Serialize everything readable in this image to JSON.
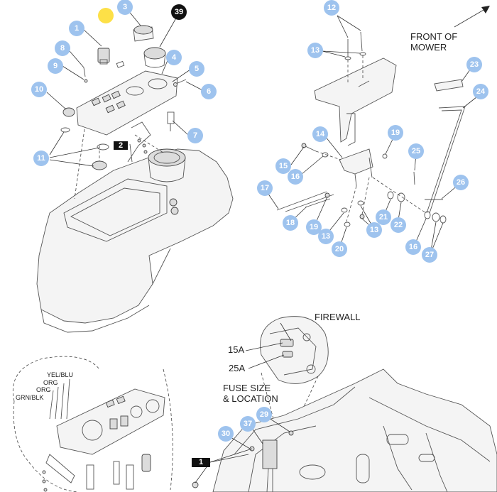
{
  "labels": {
    "front_of_mower": [
      "FRONT OF",
      "MOWER"
    ],
    "firewall": "FIREWALL",
    "fuse_15a": "15A",
    "fuse_25a": "25A",
    "fuse_size_location": [
      "FUSE SIZE",
      "& LOCATION"
    ],
    "wire_yel_blu": "YEL/BLU",
    "wire_org_1": "ORG",
    "wire_org_2": "ORG",
    "wire_grn_blk": "GRN/BLK"
  },
  "callouts": {
    "c1": "1",
    "c3": "3",
    "c4": "4",
    "c5": "5",
    "c6": "6",
    "c7": "7",
    "c8": "8",
    "c9": "9",
    "c10": "10",
    "c11": "11",
    "c39": "39",
    "c12": "12",
    "c13a": "13",
    "c13b": "13",
    "c13c": "13",
    "c14": "14",
    "c15": "15",
    "c16a": "16",
    "c16b": "16",
    "c17": "17",
    "c18": "18",
    "c19a": "19",
    "c19b": "19",
    "c20": "20",
    "c21": "21",
    "c22": "22",
    "c23": "23",
    "c24": "24",
    "c25": "25",
    "c26": "26",
    "c27": "27",
    "c29": "29",
    "c30": "30",
    "c37": "37"
  },
  "tags": {
    "t2": "2",
    "t1": "1"
  },
  "colors": {
    "callout": "#9ec3ee",
    "highlight": "#fde047",
    "dark": "#111111"
  }
}
